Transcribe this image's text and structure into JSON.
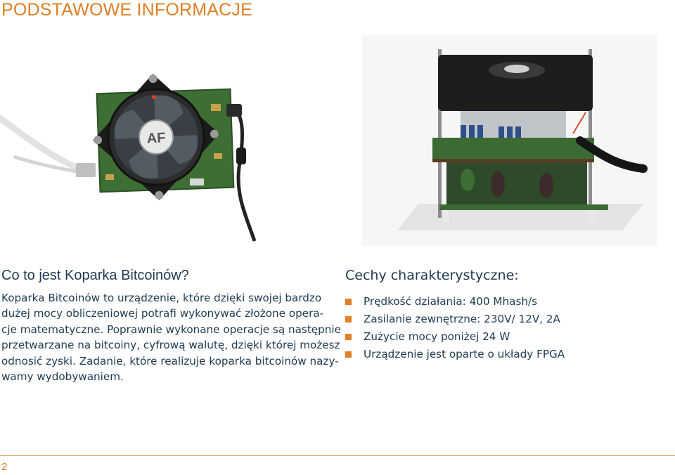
{
  "header": {
    "title": "PODSTAWOWE INFORMACJE"
  },
  "left_section": {
    "heading": "Co to jest Koparka Bitcoinów?",
    "lines": [
      "Koparka Bitcoinów to urządzenie, które dzięki swojej bardzo",
      "dużej mocy obliczeniowej potrafi wykonywać złożone opera-",
      "cje matematyczne. Poprawnie wykonane operacje są następnie",
      "przetwarzane na bitcoiny, cyfrową walutę, dzięki której możesz",
      "odnosić zyski. Zadanie, które realizuje koparka bitcoinów nazy-",
      "wamy wydobywaniem."
    ]
  },
  "right_section": {
    "heading": "Cechy charakterystyczne:",
    "features": [
      "Prędkość działania: 400 Mhash/s",
      "Zasilanie zewnętrzne: 230V/ 12V, 2A",
      "Zużycie mocy poniżej 24 W",
      "Urządzenie jest oparte o układy FPGA"
    ]
  },
  "photo_fan_logo": "AF",
  "colors": {
    "accent": "#e07f24",
    "text": "#1e3a52",
    "rule": "#d8a66d"
  },
  "footer": {
    "page_number": "2"
  }
}
